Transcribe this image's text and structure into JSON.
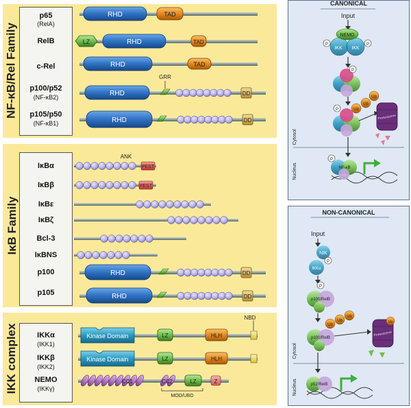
{
  "nfkb_family": {
    "title": "NF-κB/Rel Family",
    "members": [
      {
        "name": "p65",
        "alias": "(RelA)"
      },
      {
        "name": "RelB",
        "alias": ""
      },
      {
        "name": "c-Rel",
        "alias": ""
      },
      {
        "name": "p100/p52",
        "alias": "(NF-κB2)"
      },
      {
        "name": "p105/p50",
        "alias": "(NF-κB1)"
      }
    ],
    "domains": {
      "rhd": "RHD",
      "tad": "TAD",
      "lz": "LZ",
      "dd": "DD",
      "grr": "GRR"
    }
  },
  "ikb_family": {
    "title": "IκB Family",
    "members": [
      "IκBα",
      "IκBβ",
      "IκBε",
      "IκBζ",
      "Bcl-3",
      "IκBNS",
      "p100",
      "p105"
    ],
    "domains": {
      "ank": "ANK",
      "pest": "PEST",
      "rhd": "RHD",
      "dd": "DD"
    }
  },
  "ikk_complex": {
    "title": "IKK complex",
    "members": [
      {
        "name": "IKKα",
        "alias": "(IKK1)"
      },
      {
        "name": "IKKβ",
        "alias": "(IKK2)"
      },
      {
        "name": "NEMO",
        "alias": "(IKKγ)"
      }
    ],
    "domains": {
      "kinase": "Kinase Domain",
      "lz": "LZ",
      "hlh": "HLH",
      "nbd": "NBD",
      "cc1": "CC1",
      "cc2": "CC2",
      "z": "Z",
      "mod": "MOD/UBD"
    }
  },
  "canonical": {
    "title": "CANONICAL",
    "input": "Input",
    "nemo": "NEMO",
    "ikk": "IKK",
    "p": "P",
    "ub": "Ub",
    "proteasome": "Proteasome",
    "cytosol": "Cytosol",
    "nucleus": "Nucleus",
    "nfkb": "NF-κB"
  },
  "noncanonical": {
    "title": "NON-CANONICAL",
    "input": "Input",
    "nik": "NIK",
    "ikka": "IKKα",
    "p100relb": "p100/RelB",
    "p52relb": "p52/RelB",
    "p": "P",
    "ub": "Ub",
    "proteasome": "Proteasome",
    "cytosol": "Cytosol",
    "nucleus": "Nucleus"
  },
  "colors": {
    "panel": "#fbe99a",
    "rhd": "#2f72c4",
    "tad": "#e58a1e",
    "lz": "#6fbf4a",
    "dd": "#d6b25a",
    "ank": "#b8b2e6",
    "pest": "#e4574e",
    "nemo_cc": "#b779c9",
    "right_bg": "#dfe8f4"
  }
}
